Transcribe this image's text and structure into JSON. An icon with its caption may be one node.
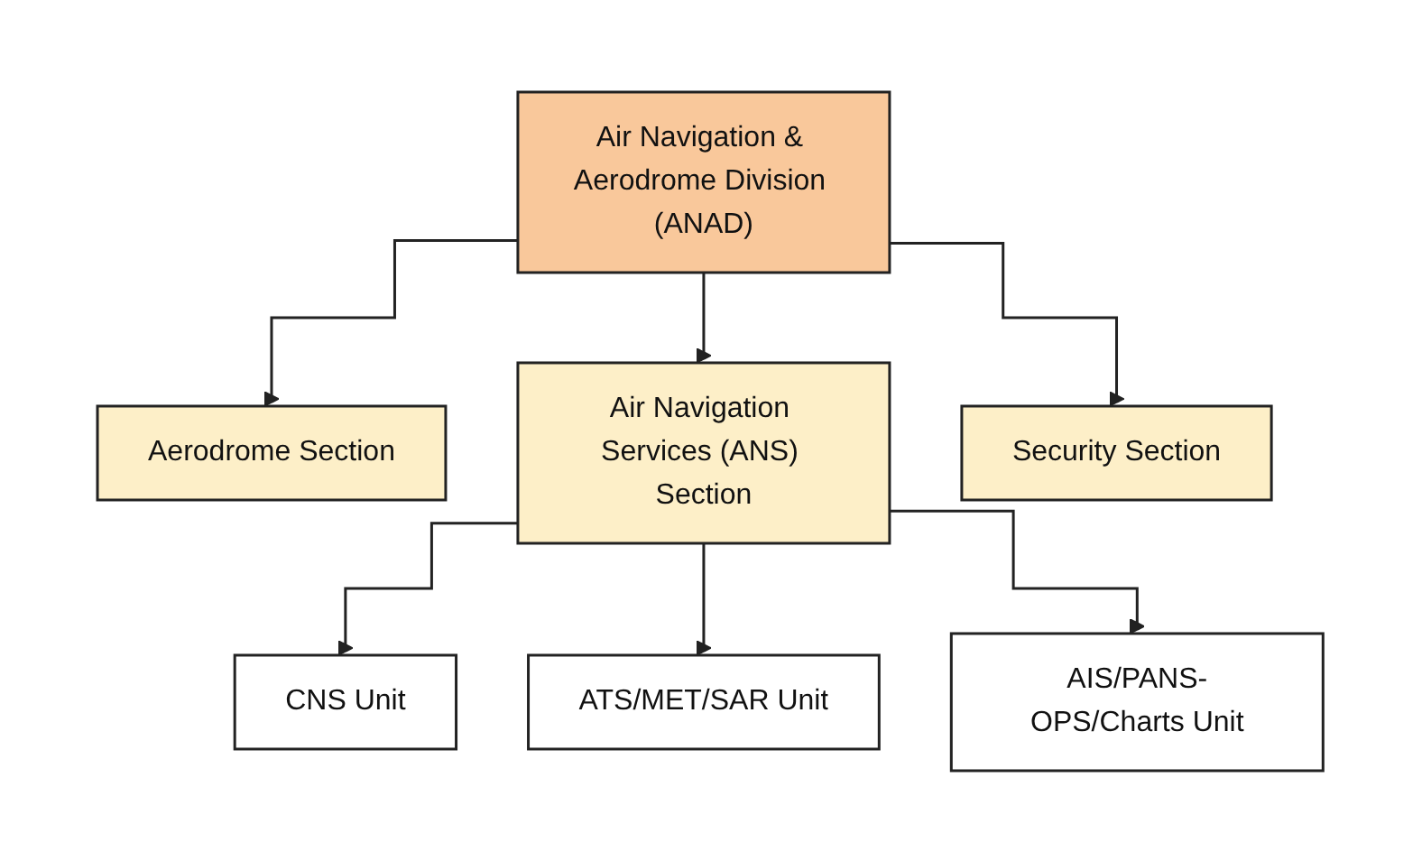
{
  "diagram": {
    "nodes": [
      {
        "text": [
          "Air Navigation & Aerodrome Division (ANAD)"
        ]
      },
      {
        "text": [
          "Aerodrome Section"
        ]
      },
      {
        "text": [
          "Air Navigation Services (ANS) Section"
        ]
      },
      {
        "text": [
          "Security Section"
        ]
      },
      {
        "text": [
          "CNS Unit"
        ]
      },
      {
        "text": [
          "ATS/MET/SAR Unit"
        ]
      },
      {
        "text": [
          "AIS/PANS-OPS/Charts Unit"
        ]
      }
    ],
    "edges": [
      {
        "from": 0,
        "to": 1,
        "arrow": "to"
      },
      {
        "from": 0,
        "to": 2,
        "arrow": "to"
      },
      {
        "from": 0,
        "to": 3,
        "arrow": "to"
      },
      {
        "from": 2,
        "to": 4,
        "arrow": "to"
      },
      {
        "from": 2,
        "to": 5,
        "arrow": "to"
      },
      {
        "from": 2,
        "to": 6,
        "arrow": "to"
      }
    ]
  }
}
